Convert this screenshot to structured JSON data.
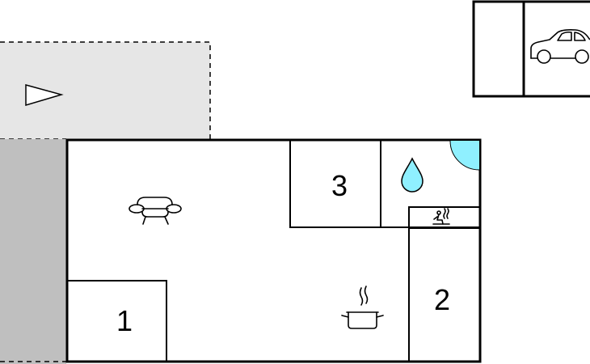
{
  "floorplan": {
    "rooms": [
      {
        "id": "bedroom-1",
        "label": "1"
      },
      {
        "id": "bedroom-2",
        "label": "2"
      },
      {
        "id": "bedroom-3",
        "label": "3"
      }
    ],
    "icons": [
      "sofa-icon",
      "cooking-pot-icon",
      "water-drop-icon",
      "sauna-icon",
      "car-icon",
      "entrance-arrow-icon"
    ],
    "colors": {
      "terrace": "#e6e6e6",
      "side-strip": "#bfbfbf",
      "pool-arc": "#8ff0ff",
      "wall": "#000000"
    }
  }
}
